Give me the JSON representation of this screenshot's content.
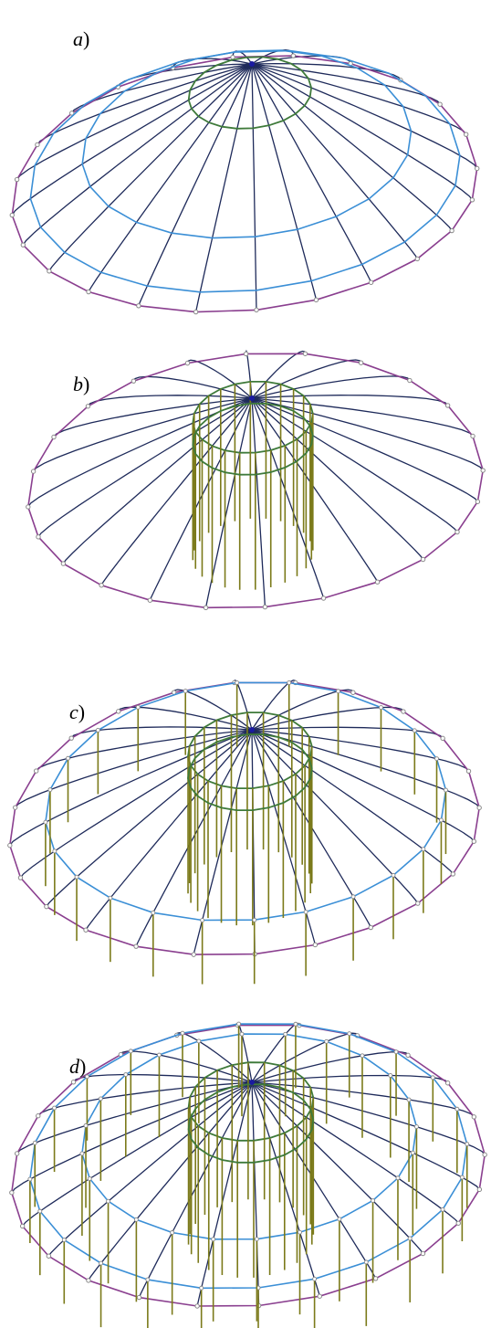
{
  "panels": [
    {
      "id": "a",
      "label": "a",
      "suffix": ")",
      "struts_center": false,
      "struts_mid": false,
      "struts_inner": false,
      "rings": true
    },
    {
      "id": "b",
      "label": "b",
      "suffix": ")",
      "struts_center": true,
      "struts_mid": false,
      "struts_inner": false,
      "rings": false
    },
    {
      "id": "c",
      "label": "c",
      "suffix": ")",
      "struts_center": true,
      "struts_mid": true,
      "struts_inner": false,
      "rings": "mid"
    },
    {
      "id": "d",
      "label": "d",
      "suffix": ")",
      "struts_center": true,
      "struts_mid": true,
      "struts_inner": true,
      "rings": true
    }
  ],
  "colors": {
    "rib": "#1e2a5a",
    "outer_ring": "#8a3f8f",
    "ring": "#3b8fd6",
    "center_ring": "#3e7a3a",
    "strut": "#7b7a1a",
    "node": "#888888",
    "hub": "#1a1aa0"
  }
}
